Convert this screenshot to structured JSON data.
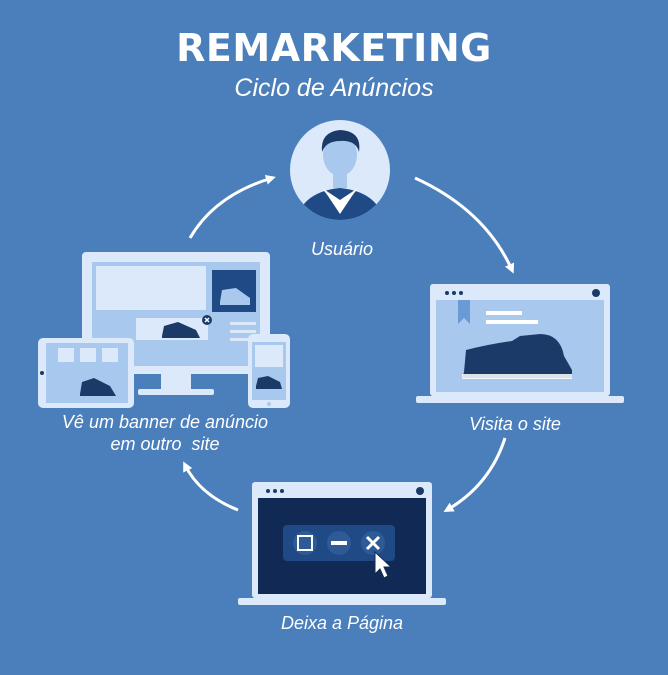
{
  "header": {
    "title": "REMARKETING",
    "subtitle": "Ciclo de Anúncios"
  },
  "steps": [
    {
      "label": "Usuário",
      "icon": "user-avatar-icon"
    },
    {
      "label": "Visita o site",
      "icon": "laptop-product-page-icon"
    },
    {
      "label": "Deixa a Página",
      "icon": "laptop-close-window-icon"
    },
    {
      "label_line1": "Vê um banner de anúncio",
      "label_line2": "em outro  site",
      "icon": "multi-device-banner-icon"
    }
  ],
  "colors": {
    "background": "#4a7fbb",
    "light": "#dbe9fb",
    "mid": "#a9c8ee",
    "dark": "#1b3a68",
    "navy": "#102a55",
    "white": "#ffffff"
  }
}
